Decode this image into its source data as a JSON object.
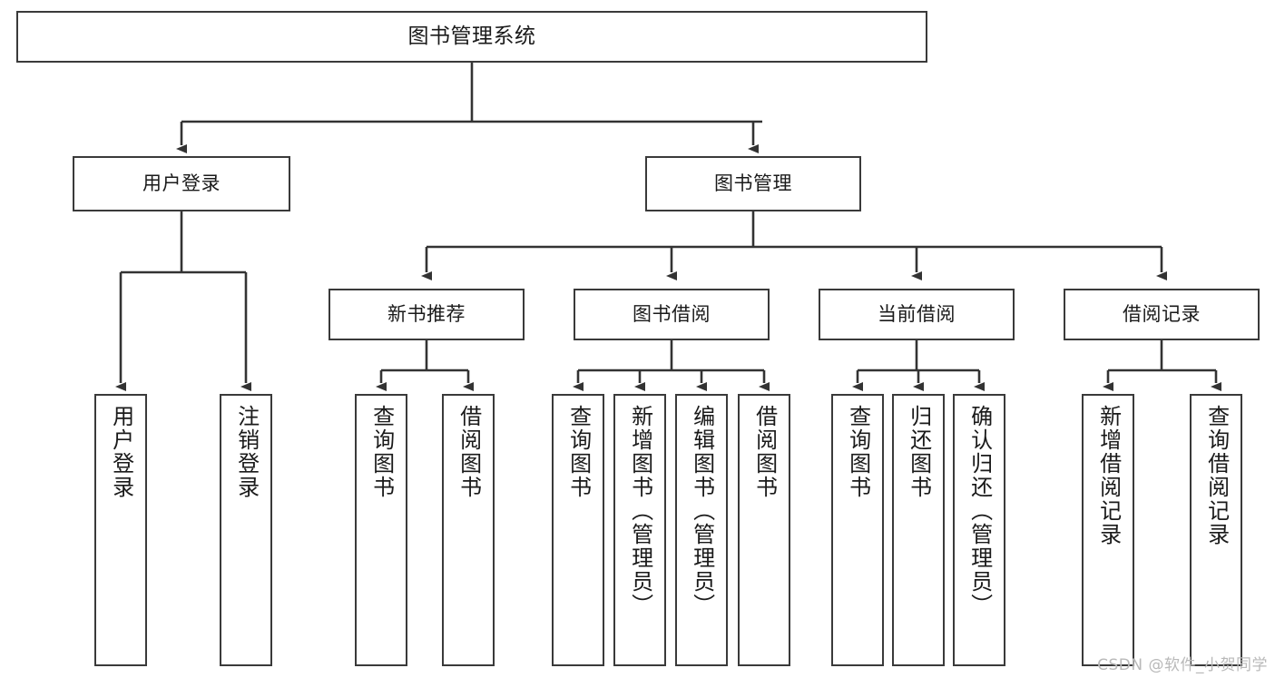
{
  "diagram": {
    "type": "tree",
    "title": "图书管理系统",
    "watermark": "CSDN @软件_小贺同学",
    "colors": {
      "box_border": "#3a3a3a",
      "box_fill": "#ffffff",
      "edge": "#333333",
      "background": "#ffffff",
      "watermark": "#b9b9b9"
    },
    "nodes": {
      "root": {
        "label": "图书管理系统"
      },
      "level1": [
        {
          "label": "用户登录"
        },
        {
          "label": "图书管理"
        }
      ],
      "level2": [
        {
          "label": "新书推荐"
        },
        {
          "label": "图书借阅"
        },
        {
          "label": "当前借阅"
        },
        {
          "label": "借阅记录"
        }
      ],
      "leaves": {
        "user_login": [
          {
            "label": "用户登录"
          },
          {
            "label": "注销登录"
          }
        ],
        "new_book_recommend": [
          {
            "label": "查询图书"
          },
          {
            "label": "借阅图书"
          }
        ],
        "book_borrow": [
          {
            "label": "查询图书"
          },
          {
            "label": "新增图书（管理员）"
          },
          {
            "label": "编辑图书（管理员）"
          },
          {
            "label": "借阅图书"
          }
        ],
        "current_borrow": [
          {
            "label": "查询图书"
          },
          {
            "label": "归还图书"
          },
          {
            "label": "确认归还（管理员）"
          }
        ],
        "borrow_record": [
          {
            "label": "新增借阅记录"
          },
          {
            "label": "查询借阅记录"
          }
        ]
      }
    }
  }
}
